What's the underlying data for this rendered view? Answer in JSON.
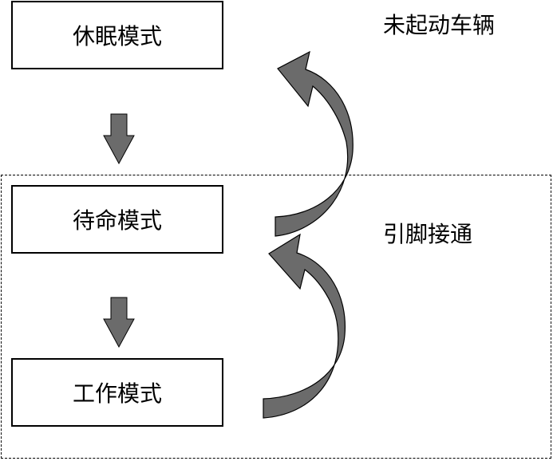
{
  "modes": {
    "sleep": "休眠模式",
    "standby": "待命模式",
    "work": "工作模式"
  },
  "conditions": {
    "vehicle_not_started": "未起动车辆",
    "pin_connected": "引脚接通"
  },
  "colors": {
    "arrow_fill": "#6b6b6b",
    "arrow_stroke": "#000000",
    "box_border": "#000000",
    "background": "#ffffff"
  },
  "icons": {
    "down_arrow": "down-arrow-icon",
    "curved_arrow": "curved-arrow-icon"
  }
}
